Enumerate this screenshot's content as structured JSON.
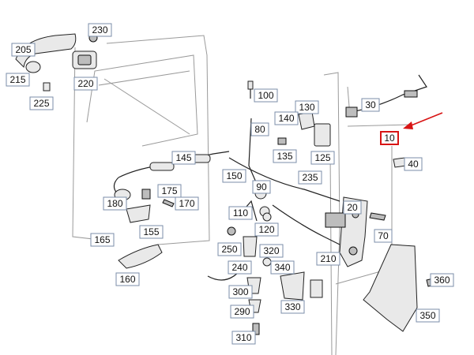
{
  "parts": [
    {
      "key": "p230",
      "label": "230"
    },
    {
      "key": "p205",
      "label": "205"
    },
    {
      "key": "p215",
      "label": "215"
    },
    {
      "key": "p220",
      "label": "220"
    },
    {
      "key": "p225",
      "label": "225"
    },
    {
      "key": "p100",
      "label": "100"
    },
    {
      "key": "p130",
      "label": "130"
    },
    {
      "key": "p140",
      "label": "140"
    },
    {
      "key": "p80",
      "label": "80"
    },
    {
      "key": "p135",
      "label": "135"
    },
    {
      "key": "p125",
      "label": "125"
    },
    {
      "key": "p30",
      "label": "30"
    },
    {
      "key": "p10",
      "label": "10",
      "highlight": true
    },
    {
      "key": "p40",
      "label": "40"
    },
    {
      "key": "p145",
      "label": "145"
    },
    {
      "key": "p150",
      "label": "150"
    },
    {
      "key": "p235",
      "label": "235"
    },
    {
      "key": "p90",
      "label": "90"
    },
    {
      "key": "p175",
      "label": "175"
    },
    {
      "key": "p180",
      "label": "180"
    },
    {
      "key": "p170",
      "label": "170"
    },
    {
      "key": "p20",
      "label": "20"
    },
    {
      "key": "p110",
      "label": "110"
    },
    {
      "key": "p120",
      "label": "120"
    },
    {
      "key": "p155",
      "label": "155"
    },
    {
      "key": "p165",
      "label": "165"
    },
    {
      "key": "p70",
      "label": "70"
    },
    {
      "key": "p250",
      "label": "250"
    },
    {
      "key": "p320",
      "label": "320"
    },
    {
      "key": "p240",
      "label": "240"
    },
    {
      "key": "p340",
      "label": "340"
    },
    {
      "key": "p210",
      "label": "210"
    },
    {
      "key": "p160",
      "label": "160"
    },
    {
      "key": "p360",
      "label": "360"
    },
    {
      "key": "p300",
      "label": "300"
    },
    {
      "key": "p330",
      "label": "330"
    },
    {
      "key": "p290",
      "label": "290"
    },
    {
      "key": "p350",
      "label": "350"
    },
    {
      "key": "p310",
      "label": "310"
    }
  ],
  "colors": {
    "highlight": "#d81414",
    "box_border": "#7b8ea8",
    "ink": "#222222"
  }
}
